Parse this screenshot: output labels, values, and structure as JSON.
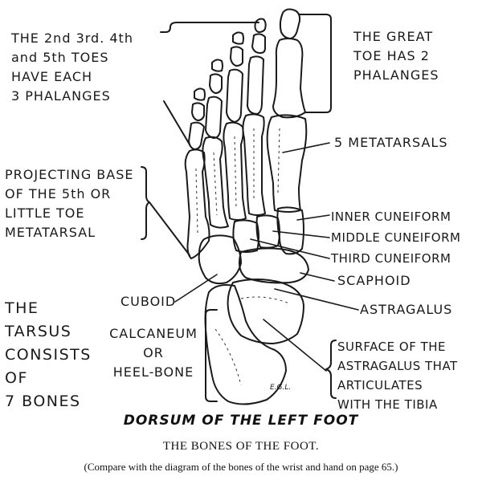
{
  "labels": {
    "lesser_toes": [
      "THE 2nd 3rd. 4th",
      "and 5th TOES",
      "HAVE EACH",
      "3 PHALANGES"
    ],
    "great_toe": [
      "THE GREAT",
      "TOE HAS 2",
      "PHALANGES"
    ],
    "metatarsals": "5 METATARSALS",
    "projecting_base": [
      "PROJECTING BASE",
      "OF THE 5th OR",
      "LITTLE TOE",
      "METATARSAL"
    ],
    "inner_cuneiform": "INNER CUNEIFORM",
    "middle_cuneiform": "MIDDLE CUNEIFORM",
    "third_cuneiform": "THIRD CUNEIFORM",
    "scaphoid": "SCAPHOID",
    "cuboid": "CUBOID",
    "astragalus": "ASTRAGALUS",
    "tarsus": [
      "THE",
      "TARSUS",
      "CONSISTS",
      "OF",
      "7 BONES"
    ],
    "calcaneum": [
      "CALCANEUM",
      "OR",
      "HEEL-BONE"
    ],
    "surface": [
      "SURFACE OF THE",
      "ASTRAGALUS THAT",
      "ARTICULATES",
      "WITH THE TIBIA"
    ],
    "signature": "E.G.L."
  },
  "subtitle": "DORSUM OF THE LEFT FOOT",
  "caption": {
    "title": "THE BONES OF THE FOOT.",
    "note": "(Compare with the diagram of the bones of the wrist and hand on page 65.)"
  }
}
